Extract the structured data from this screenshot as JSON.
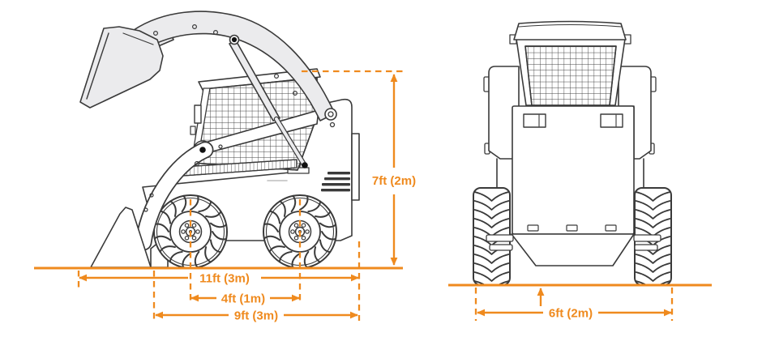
{
  "diagram": {
    "subject": "skid-steer-loader-spec-diagram",
    "views": [
      "side",
      "front"
    ],
    "dims": {
      "height": "7ft (2m)",
      "overall_length": "11ft (3m)",
      "wheelbase": "4ft (1m)",
      "frame_length": "9ft (3m)",
      "width": "6ft (2m)"
    },
    "colors": {
      "dimension_accent": "#EF8A1E",
      "line_art": "#3a3a3a",
      "panel_fill": "#ebebed",
      "background": "#ffffff"
    }
  }
}
